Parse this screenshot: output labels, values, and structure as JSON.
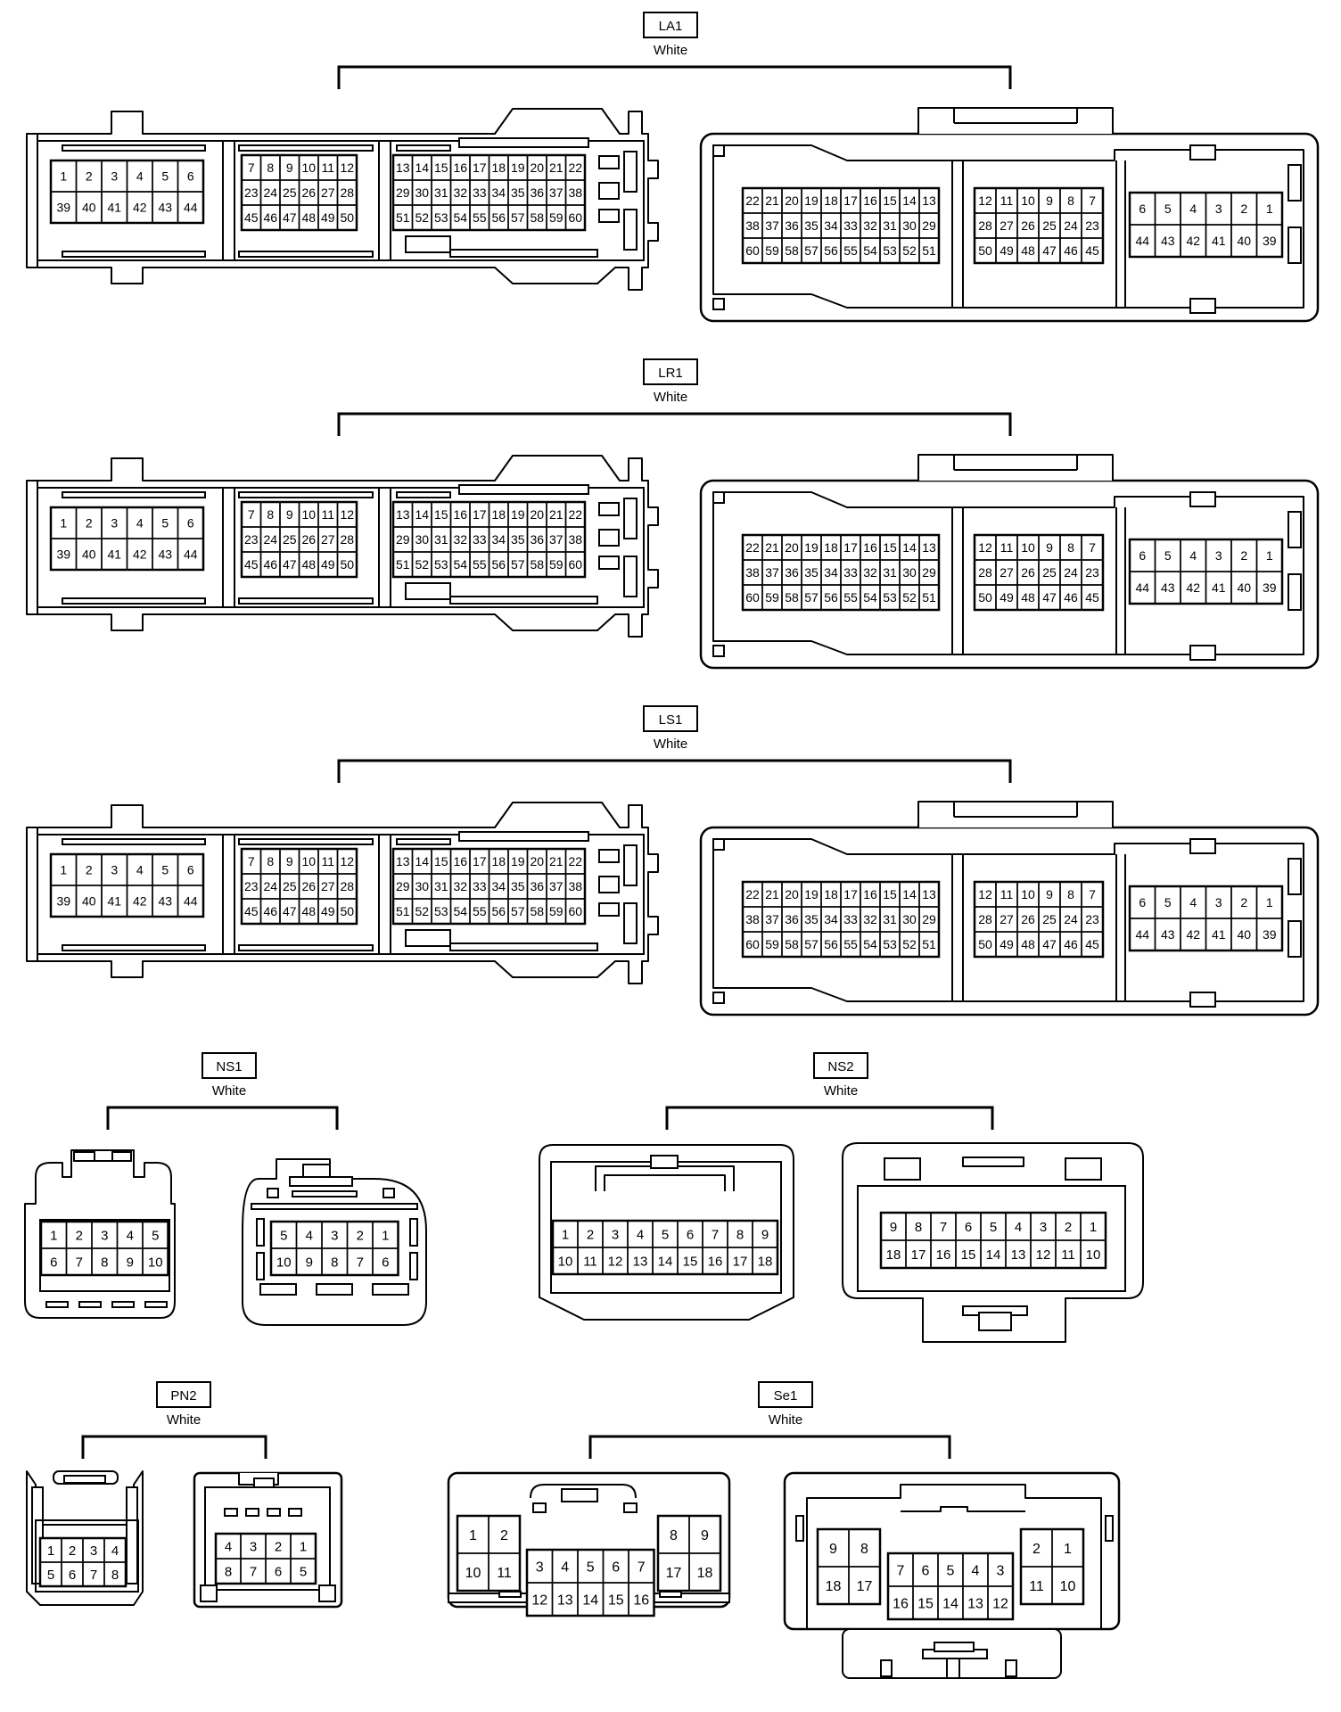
{
  "connectors": [
    {
      "id": "LA1",
      "color": "White"
    },
    {
      "id": "LR1",
      "color": "White"
    },
    {
      "id": "LS1",
      "color": "White"
    },
    {
      "id": "NS1",
      "color": "White"
    },
    {
      "id": "NS2",
      "color": "White"
    },
    {
      "id": "PN2",
      "color": "White"
    },
    {
      "id": "Se1",
      "color": "White"
    }
  ],
  "layouts": {
    "big_left": {
      "a_row1": [
        "1",
        "2",
        "3",
        "4",
        "5",
        "6"
      ],
      "a_row2": [
        "39",
        "40",
        "41",
        "42",
        "43",
        "44"
      ],
      "b_rows": [
        [
          "7",
          "8",
          "9",
          "10",
          "11",
          "12"
        ],
        [
          "23",
          "24",
          "25",
          "26",
          "27",
          "28"
        ],
        [
          "45",
          "46",
          "47",
          "48",
          "49",
          "50"
        ]
      ],
      "c_rows": [
        [
          "13",
          "14",
          "15",
          "16",
          "17",
          "18",
          "19",
          "20",
          "21",
          "22"
        ],
        [
          "29",
          "30",
          "31",
          "32",
          "33",
          "34",
          "35",
          "36",
          "37",
          "38"
        ],
        [
          "51",
          "52",
          "53",
          "54",
          "55",
          "56",
          "57",
          "58",
          "59",
          "60"
        ]
      ]
    },
    "big_right": {
      "a_rows": [
        [
          "22",
          "21",
          "20",
          "19",
          "18",
          "17",
          "16",
          "15",
          "14",
          "13"
        ],
        [
          "38",
          "37",
          "36",
          "35",
          "34",
          "33",
          "32",
          "31",
          "30",
          "29"
        ],
        [
          "60",
          "59",
          "58",
          "57",
          "56",
          "55",
          "54",
          "53",
          "52",
          "51"
        ]
      ],
      "b_rows": [
        [
          "12",
          "11",
          "10",
          "9",
          "8",
          "7"
        ],
        [
          "28",
          "27",
          "26",
          "25",
          "24",
          "23"
        ],
        [
          "50",
          "49",
          "48",
          "47",
          "46",
          "45"
        ]
      ],
      "c_row1": [
        "6",
        "5",
        "4",
        "3",
        "2",
        "1"
      ],
      "c_row2": [
        "44",
        "43",
        "42",
        "41",
        "40",
        "39"
      ]
    },
    "ns1_left": [
      [
        "1",
        "2",
        "3",
        "4",
        "5"
      ],
      [
        "6",
        "7",
        "8",
        "9",
        "10"
      ]
    ],
    "ns1_right": [
      [
        "5",
        "4",
        "3",
        "2",
        "1"
      ],
      [
        "10",
        "9",
        "8",
        "7",
        "6"
      ]
    ],
    "ns2_left": [
      [
        "1",
        "2",
        "3",
        "4",
        "5",
        "6",
        "7",
        "8",
        "9"
      ],
      [
        "10",
        "11",
        "12",
        "13",
        "14",
        "15",
        "16",
        "17",
        "18"
      ]
    ],
    "ns2_right": [
      [
        "9",
        "8",
        "7",
        "6",
        "5",
        "4",
        "3",
        "2",
        "1"
      ],
      [
        "18",
        "17",
        "16",
        "15",
        "14",
        "13",
        "12",
        "11",
        "10"
      ]
    ],
    "pn2_left": [
      [
        "1",
        "2",
        "3",
        "4"
      ],
      [
        "5",
        "6",
        "7",
        "8"
      ]
    ],
    "pn2_right": [
      [
        "4",
        "3",
        "2",
        "1"
      ],
      [
        "8",
        "7",
        "6",
        "5"
      ]
    ],
    "se1_left": {
      "l": [
        [
          "1",
          "2"
        ],
        [
          "10",
          "11"
        ]
      ],
      "m": [
        [
          "3",
          "4",
          "5",
          "6",
          "7"
        ],
        [
          "12",
          "13",
          "14",
          "15",
          "16"
        ]
      ],
      "r": [
        [
          "8",
          "9"
        ],
        [
          "17",
          "18"
        ]
      ]
    },
    "se1_right": {
      "l": [
        [
          "9",
          "8"
        ],
        [
          "18",
          "17"
        ]
      ],
      "m": [
        [
          "7",
          "6",
          "5",
          "4",
          "3"
        ],
        [
          "16",
          "15",
          "14",
          "13",
          "12"
        ]
      ],
      "r": [
        [
          "2",
          "1"
        ],
        [
          "11",
          "10"
        ]
      ]
    }
  }
}
